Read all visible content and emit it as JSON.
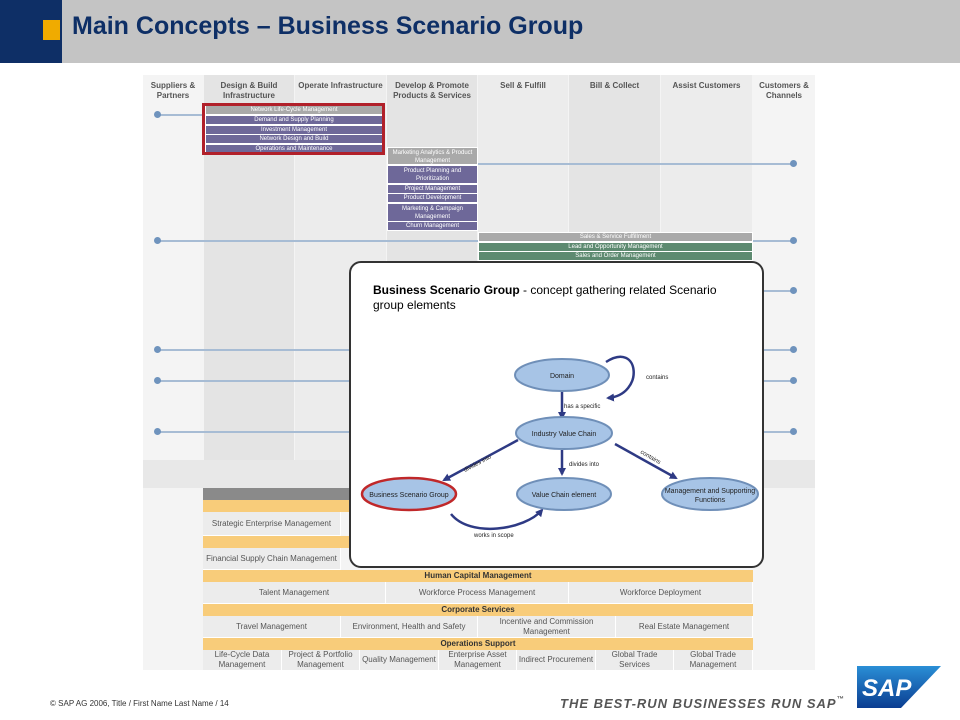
{
  "title": "Main Concepts – Business Scenario Group",
  "footer": {
    "copyright": "©",
    "text": "SAP AG 2006, Title / First Name Last Name / 14",
    "tagline": "THE BEST-RUN BUSINESSES RUN SAP",
    "tm": "™",
    "logo_text": "SAP"
  },
  "columns": [
    "Suppliers & Partners",
    "Design & Build Infrastructure",
    "Operate Infrastructure",
    "Develop & Promote Products & Services",
    "Sell & Fulfill",
    "Bill & Collect",
    "Assist Customers",
    "Customers & Channels"
  ],
  "design_items": [
    "Network Life-Cycle Management",
    "Demand and Supply Planning",
    "Investment Management",
    "Network Design and Build",
    "Operations and Maintenance"
  ],
  "develop_items": [
    "Marketing Analytics & Product Management",
    "Product Planning and Prioritization",
    "Project Management",
    "Product Development",
    "Marketing & Campaign Management",
    "Churn Management"
  ],
  "sell_items": [
    "Sales & Service Fulfillment",
    "Lead and Opportunity Management",
    "Sales and Order Management"
  ],
  "enterprise": {
    "row1": [
      "Strategic Enterprise Management"
    ],
    "row2": [
      "Financial Supply Chain Management"
    ],
    "hcm_header": "Human Capital Management",
    "hcm": [
      "Talent Management",
      "Workforce Process Management",
      "Workforce Deployment"
    ],
    "corp_header": "Corporate Services",
    "corp": [
      "Travel Management",
      "Environment, Health and Safety",
      "Incentive and Commission Management",
      "Real Estate Management"
    ],
    "ops_header": "Operations Support",
    "ops": [
      "Life-Cycle Data Management",
      "Project & Portfolio Management",
      "Quality Management",
      "Enterprise Asset Management",
      "Indirect Procurement",
      "Global Trade Services",
      "Global Trade Management"
    ]
  },
  "popup": {
    "title_bold": "Business Scenario Group",
    "title_rest": " - concept gathering related Scenario group elements",
    "nodes": {
      "domain": "Domain",
      "ivc": "Industry Value Chain",
      "bsg": "Business Scenario Group",
      "vce": "Value Chain element",
      "mgmt_l1": "Management and Supporting",
      "mgmt_l2": "Functions"
    },
    "edges": {
      "contains1": "contains",
      "has_specific": "has a specific",
      "divides_left": "divides into",
      "divides_mid": "divides into",
      "contains2": "contains",
      "works": "works in scope"
    }
  },
  "colors": {
    "navy": "#0e2f66",
    "gold": "#f0ab00",
    "purple": "#6e6899",
    "green": "#5d8a70",
    "node_fill": "#a7c4e6",
    "node_stroke": "#6f8fb8",
    "arrow": "#2e3a84",
    "bsg_stroke": "#c0282a",
    "highlight": "#b1202a"
  }
}
